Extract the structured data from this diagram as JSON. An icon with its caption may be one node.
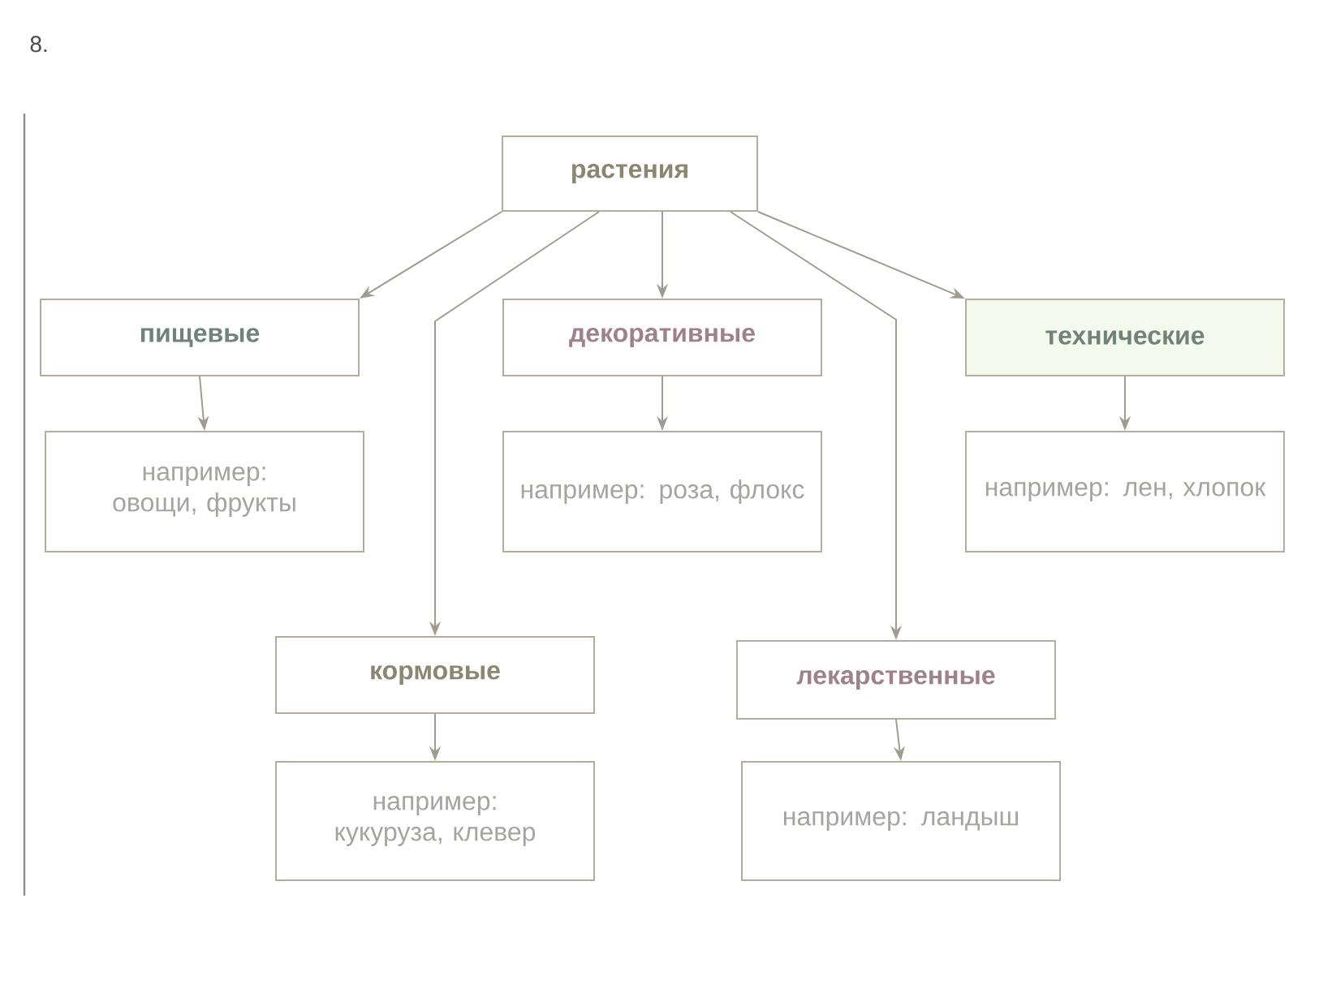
{
  "diagram": {
    "nodes": [
      {
        "text": [
          "растения"
        ]
      },
      {
        "text": [
          "пищевые"
        ]
      },
      {
        "text": [
          "декоративные"
        ]
      },
      {
        "text": [
          "технические"
        ]
      },
      {
        "text": [
          "например: овощи, фрукты"
        ]
      },
      {
        "text": [
          "например: роза, флокс"
        ]
      },
      {
        "text": [
          "например: лен, хлопок"
        ]
      },
      {
        "text": [
          "кормовые"
        ]
      },
      {
        "text": [
          "лекарственные"
        ]
      },
      {
        "text": [
          "например: кукуруза, клевер"
        ]
      },
      {
        "text": [
          "например: ландыш"
        ]
      }
    ],
    "edges": [
      {
        "from": 0,
        "to": 1,
        "arrow": "to"
      },
      {
        "from": 0,
        "to": 7,
        "arrow": "to"
      },
      {
        "from": 0,
        "to": 2,
        "arrow": "to"
      },
      {
        "from": 0,
        "to": 8,
        "arrow": "to"
      },
      {
        "from": 0,
        "to": 3,
        "arrow": "to"
      },
      {
        "from": 1,
        "to": 4,
        "arrow": "to"
      },
      {
        "from": 2,
        "to": 5,
        "arrow": "to"
      },
      {
        "from": 3,
        "to": 6,
        "arrow": "to"
      },
      {
        "from": 7,
        "to": 9,
        "arrow": "to"
      },
      {
        "from": 8,
        "to": 10,
        "arrow": "to"
      }
    ],
    "labels": [
      "8."
    ]
  }
}
